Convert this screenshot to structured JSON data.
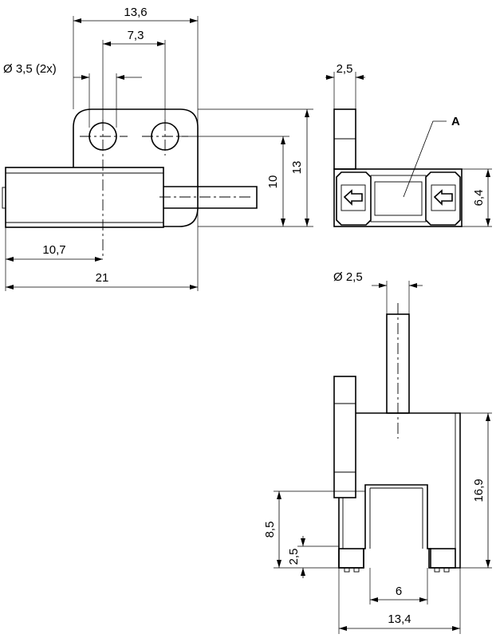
{
  "labels": {
    "bold_letter": "A",
    "front_hole_dia": "Ø 3,5 (2x)",
    "front_width_top": "13,6",
    "front_hole_pitch": "7,3",
    "front_height_10": "10",
    "front_height_13": "13",
    "front_offset": "10,7",
    "front_total": "21",
    "side_thickness": "2,5",
    "side_height": "6,4",
    "bottom_pin_dia": "Ø 2,5",
    "bottom_height": "16,9",
    "bottom_h_85": "8,5",
    "bottom_h_25": "2,5",
    "bottom_slot": "6",
    "bottom_width": "13,4"
  }
}
